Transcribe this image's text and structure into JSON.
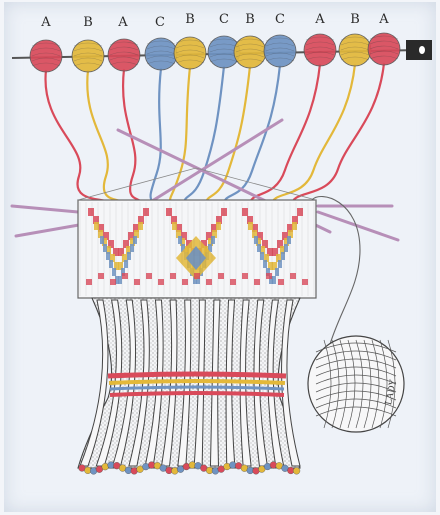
{
  "illustration": {
    "subject": "knitting-with-multiple-yarn-balls",
    "yarn_labels": [
      "A",
      "B",
      "A",
      "C",
      "B",
      "C",
      "B",
      "C",
      "A",
      "B",
      "A"
    ],
    "signature": "LADY"
  },
  "colors": {
    "A": "#d94a5a",
    "B": "#e3b83a",
    "C": "#6f93c2",
    "needle": "#b78fb8",
    "ink": "#333333"
  }
}
